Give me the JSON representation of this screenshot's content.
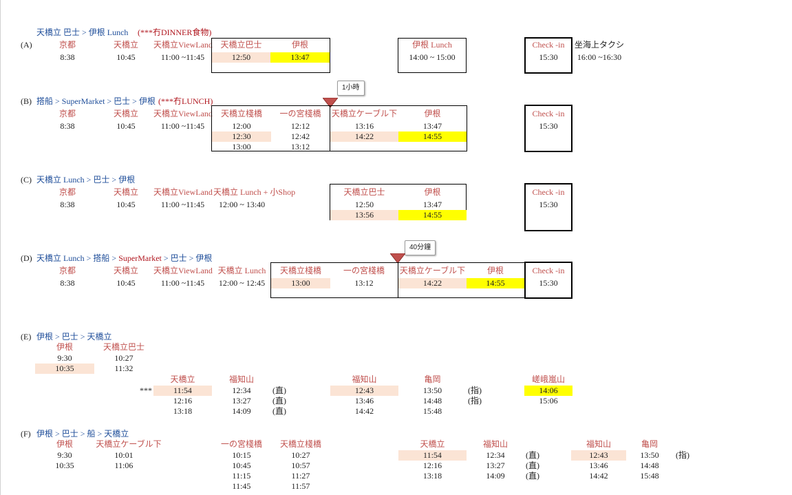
{
  "A": {
    "label": "(A)",
    "title_blue": "天橋立 巴士 > 伊根 Lunch",
    "title_red": "(***冇DINNER食物)",
    "kyoto": {
      "h": "京都",
      "v": "8:38"
    },
    "ama": {
      "h": "天橋立",
      "v": "10:45"
    },
    "view": {
      "h": "天橋立ViewLand",
      "v": "11:00 ~11:45"
    },
    "bus": {
      "h": "天橋立巴士",
      "v": "12:50"
    },
    "ine": {
      "h": "伊根",
      "v": "13:47"
    },
    "lunch": {
      "h": "伊根 Lunch",
      "v": "14:00 ~ 15:00"
    },
    "checkin": {
      "h": "Check -in",
      "v": "15:30"
    },
    "taxi": {
      "h": "坐海上タクシ",
      "v": "16:00 ~16:30"
    }
  },
  "B": {
    "label": "(B)",
    "title_blue": "搭船 > SuperMarket > 巴士 > 伊根",
    "title_red": "(***冇LUNCH)",
    "callout": "1小時",
    "kyoto": {
      "h": "京都",
      "v": "8:38"
    },
    "ama": {
      "h": "天橋立",
      "v": "10:45"
    },
    "view": {
      "h": "天橋立ViewLand",
      "v": "11:00 ~11:45"
    },
    "pier": {
      "h": "天橋立棧橋",
      "v": [
        "12:00",
        "12:30",
        "13:00"
      ]
    },
    "ichi": {
      "h": "一の宮棧橋",
      "v": [
        "12:12",
        "12:42",
        "13:12"
      ]
    },
    "cable": {
      "h": "天橋立ケーブル下",
      "v": [
        "13:16",
        "14:22"
      ]
    },
    "ine": {
      "h": "伊根",
      "v": [
        "13:47",
        "14:55"
      ]
    },
    "checkin": {
      "h": "Check -in",
      "v": "15:30"
    }
  },
  "C": {
    "label": "(C)",
    "title_blue": "天橋立 Lunch > 巴士 > 伊根",
    "kyoto": {
      "h": "京都",
      "v": "8:38"
    },
    "ama": {
      "h": "天橋立",
      "v": "10:45"
    },
    "view": {
      "h": "天橋立ViewLand",
      "v": "11:00 ~11:45"
    },
    "lunch": {
      "h": "天橋立 Lunch + 小Shop",
      "v": "12:00 ~ 13:40"
    },
    "bus": {
      "h": "天橋立巴士",
      "v": [
        "12:50",
        "13:56"
      ]
    },
    "ine": {
      "h": "伊根",
      "v": [
        "13:47",
        "14:55"
      ]
    },
    "checkin": {
      "h": "Check -in",
      "v": "15:30"
    }
  },
  "D": {
    "label": "(D)",
    "title_blue_1": "天橋立 Lunch > 搭船 > ",
    "title_red": "SuperMarket",
    "title_blue_2": " > 巴士 > 伊根",
    "callout": "40分鐘",
    "kyoto": {
      "h": "京都",
      "v": "8:38"
    },
    "ama": {
      "h": "天橋立",
      "v": "10:45"
    },
    "view": {
      "h": "天橋立ViewLand",
      "v": "11:00 ~11:45"
    },
    "lunch": {
      "h": "天橋立 Lunch",
      "v": "12:00 ~ 12:45"
    },
    "pier": {
      "h": "天橋立棧橋",
      "v": "13:00"
    },
    "ichi": {
      "h": "一の宮棧橋",
      "v": "13:12"
    },
    "cable": {
      "h": "天橋立ケーブル下",
      "v": "14:22"
    },
    "ine": {
      "h": "伊根",
      "v": "14:55"
    },
    "checkin": {
      "h": "Check -in",
      "v": "15:30"
    }
  },
  "E": {
    "label": "(E)",
    "title_blue": "伊根 > 巴士 > 天橋立",
    "ine": {
      "h": "伊根",
      "v": [
        "9:30",
        "10:35"
      ]
    },
    "bus": {
      "h": "天橋立巴士",
      "v": [
        "10:27",
        "11:32"
      ]
    },
    "stars": "***",
    "ama": {
      "h": "天橋立",
      "v": [
        "11:54",
        "12:16",
        "13:18"
      ]
    },
    "fuku1": {
      "h": "福知山",
      "v": [
        "12:34",
        "13:27",
        "14:09"
      ]
    },
    "note1": [
      "(直)",
      "(直)",
      "(直)"
    ],
    "fuku2": {
      "h": "福知山",
      "v": [
        "12:43",
        "13:46",
        "14:42"
      ]
    },
    "kameoka": {
      "h": "亀岡",
      "v": [
        "13:50",
        "14:48",
        "15:48"
      ]
    },
    "note2": [
      "(指)",
      "(指)"
    ],
    "saga": {
      "h": "嵯峨嵐山",
      "v": [
        "14:06",
        "15:06"
      ]
    }
  },
  "F": {
    "label": "(F)",
    "title_blue": "伊根 > 巴士 > 船 > 天橋立",
    "ine": {
      "h": "伊根",
      "v": [
        "9:30",
        "10:35"
      ]
    },
    "cable": {
      "h": "天橋立ケーブル下",
      "v": [
        "10:01",
        "11:06"
      ]
    },
    "ichi": {
      "h": "一の宮棧橋",
      "v": [
        "10:15",
        "10:45",
        "11:15",
        "11:45"
      ]
    },
    "pier": {
      "h": "天橋立棧橋",
      "v": [
        "10:27",
        "10:57",
        "11:27",
        "11:57"
      ]
    },
    "ama": {
      "h": "天橋立",
      "v": [
        "11:54",
        "12:16",
        "13:18"
      ]
    },
    "fuku1": {
      "h": "福知山",
      "v": [
        "12:34",
        "13:27",
        "14:09"
      ]
    },
    "note1": [
      "(直)",
      "(直)",
      "(直)"
    ],
    "fuku2": {
      "h": "福知山",
      "v": [
        "12:43",
        "13:46",
        "14:42"
      ]
    },
    "kameoka": {
      "h": "亀岡",
      "v": [
        "13:50",
        "14:48",
        "15:48"
      ]
    },
    "note2": [
      "(指)"
    ]
  },
  "colors": {
    "title_blue": "#1f4e9a",
    "title_red": "#b0161e",
    "header": "#c0504d",
    "highlight_peach": "#fbe4d5",
    "highlight_yellow": "#ffff00"
  }
}
